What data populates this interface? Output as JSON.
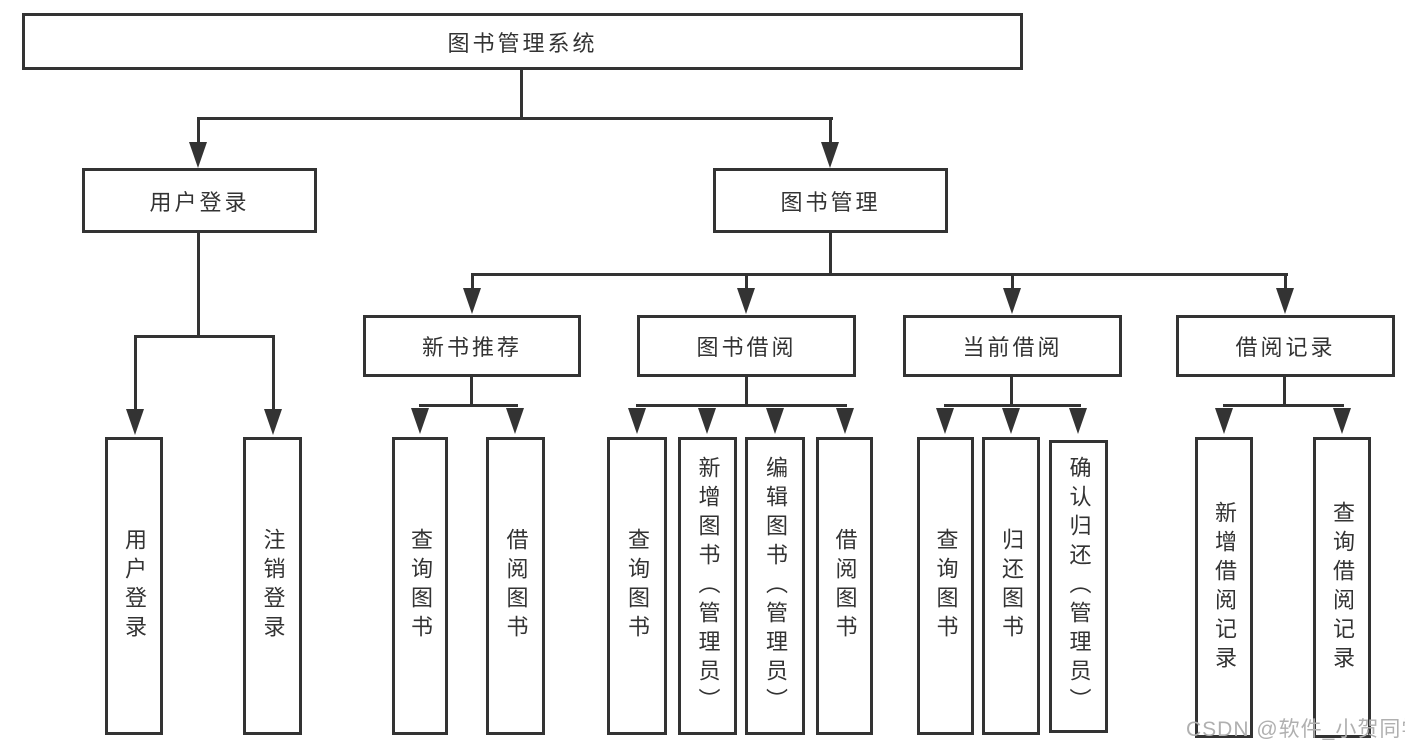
{
  "diagram_type": "hierarchy-tree",
  "colors": {
    "line": "#333333",
    "box_border": "#333333",
    "text": "#333333",
    "background": "#ffffff",
    "watermark": "#b0b0b0"
  },
  "watermark": "CSDN @软件_小贺同学",
  "tree": {
    "label": "图书管理系统",
    "children": [
      {
        "label": "用户登录",
        "children": [
          {
            "label": "用户登录"
          },
          {
            "label": "注销登录"
          }
        ]
      },
      {
        "label": "图书管理",
        "children": [
          {
            "label": "新书推荐",
            "children": [
              {
                "label": "查询图书"
              },
              {
                "label": "借阅图书"
              }
            ]
          },
          {
            "label": "图书借阅",
            "children": [
              {
                "label": "查询图书"
              },
              {
                "label": "新增图书（管理员）"
              },
              {
                "label": "编辑图书（管理员）"
              },
              {
                "label": "借阅图书"
              }
            ]
          },
          {
            "label": "当前借阅",
            "children": [
              {
                "label": "查询图书"
              },
              {
                "label": "归还图书"
              },
              {
                "label": "确认归还（管理员）"
              }
            ]
          },
          {
            "label": "借阅记录",
            "children": [
              {
                "label": "新增借阅记录"
              },
              {
                "label": "查询借阅记录"
              }
            ]
          }
        ]
      }
    ]
  }
}
